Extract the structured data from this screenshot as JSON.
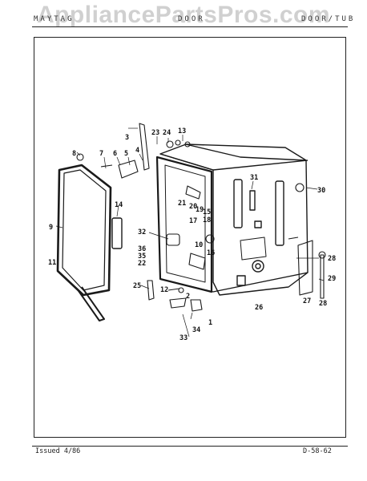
{
  "watermark": "AppliancePartsPros.com",
  "header": {
    "left": "MAYTAG",
    "mid": "DOOR",
    "right": "DOOR/TUB"
  },
  "footer": {
    "issued": "Issued 4/86",
    "code": "D-58-62"
  },
  "callouts": [
    "3",
    "23",
    "24",
    "13",
    "8",
    "7",
    "6",
    "5",
    "4",
    "9",
    "14",
    "31",
    "30",
    "21",
    "20",
    "19",
    "15",
    "17",
    "18",
    "32",
    "36",
    "35",
    "22",
    "16",
    "10",
    "11",
    "28",
    "29",
    "25",
    "12",
    "2",
    "26",
    "27",
    "1",
    "34",
    "33"
  ]
}
